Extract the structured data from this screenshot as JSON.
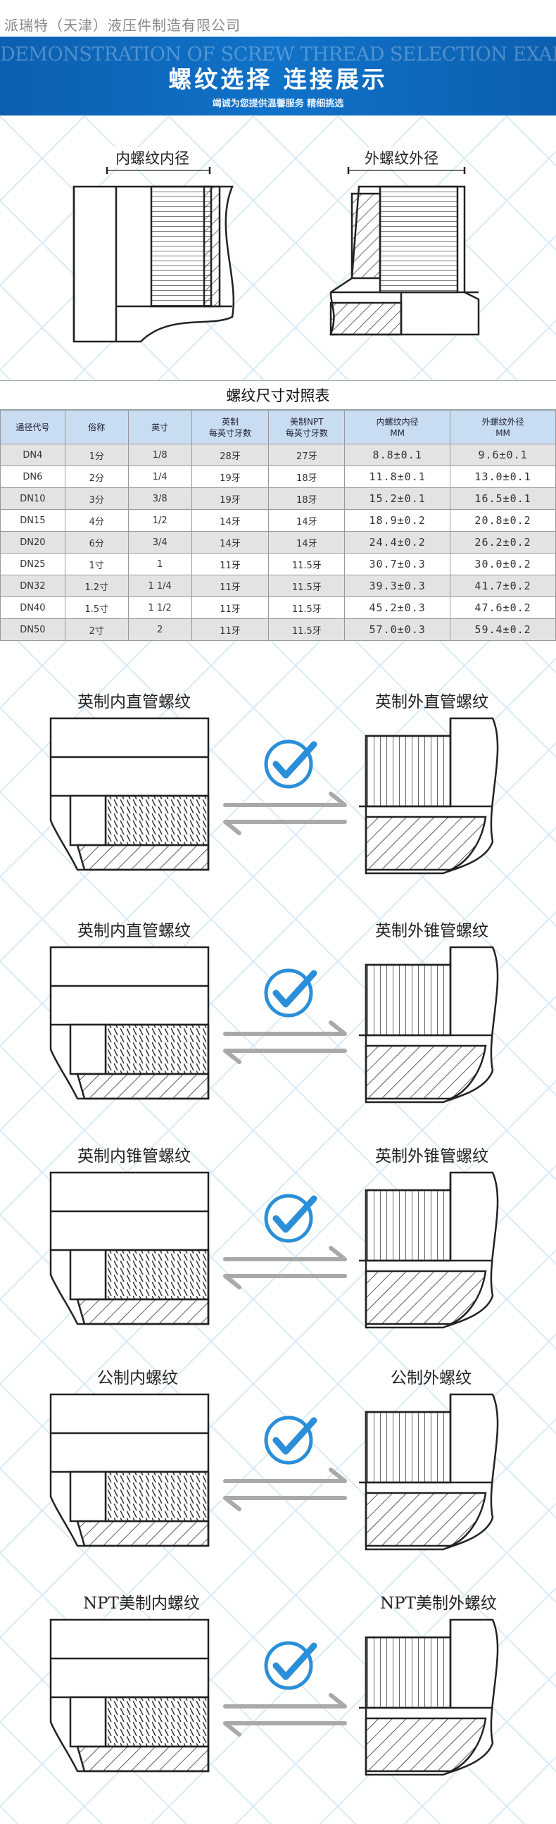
{
  "header": {
    "company": "派瑞特（天津）液压件制造有限公司",
    "banner_en": "DEMONSTRATION OF SCREW THREAD SELECTION EXAMPLES",
    "title": "螺纹选择 连接展示",
    "subtitle": "竭诚为您提供温馨服务 精细挑选"
  },
  "hero": {
    "inner_label": "内螺纹内径",
    "outer_label": "外螺纹外径"
  },
  "table": {
    "title": "螺纹尺寸对照表",
    "headers": [
      [
        "通径代号"
      ],
      [
        "俗称"
      ],
      [
        "英寸"
      ],
      [
        "英制",
        "每英寸牙数"
      ],
      [
        "美制NPT",
        "每英寸牙数"
      ],
      [
        "内螺纹内径",
        "MM"
      ],
      [
        "外螺纹外径",
        "MM"
      ]
    ],
    "rows": [
      [
        "DN4",
        "1分",
        "1/8",
        "28牙",
        "27牙",
        "8.8±0.1",
        "9.6±0.1"
      ],
      [
        "DN6",
        "2分",
        "1/4",
        "19牙",
        "18牙",
        "11.8±0.1",
        "13.0±0.1"
      ],
      [
        "DN10",
        "3分",
        "3/8",
        "19牙",
        "18牙",
        "15.2±0.1",
        "16.5±0.1"
      ],
      [
        "DN15",
        "4分",
        "1/2",
        "14牙",
        "14牙",
        "18.9±0.2",
        "20.8±0.2"
      ],
      [
        "DN20",
        "6分",
        "3/4",
        "14牙",
        "14牙",
        "24.4±0.2",
        "26.2±0.2"
      ],
      [
        "DN25",
        "1寸",
        "1",
        "11牙",
        "11.5牙",
        "30.7±0.3",
        "30.0±0.2"
      ],
      [
        "DN32",
        "1.2寸",
        "1 1/4",
        "11牙",
        "11.5牙",
        "39.3±0.3",
        "41.7±0.2"
      ],
      [
        "DN40",
        "1.5寸",
        "1 1/2",
        "11牙",
        "11.5牙",
        "45.2±0.3",
        "47.6±0.2"
      ],
      [
        "DN50",
        "2寸",
        "2",
        "11牙",
        "11.5牙",
        "57.0±0.3",
        "59.4±0.2"
      ]
    ]
  },
  "combos": [
    {
      "left": "英制内直管螺纹",
      "right": "英制外直管螺纹"
    },
    {
      "left": "英制内直管螺纹",
      "right": "英制外锥管螺纹"
    },
    {
      "left": "英制内锥管螺纹",
      "right": "英制外锥管螺纹"
    },
    {
      "left": "公制内螺纹",
      "right": "公制外螺纹"
    },
    {
      "left": "NPT美制内螺纹",
      "right": "NPT美制外螺纹"
    }
  ],
  "colors": {
    "banner": "#1072c8",
    "check": "#2a8fd8",
    "arrow": "#a9a9a9",
    "table_header": "#c9ddf2",
    "pattern_line": "#d8ebf8"
  }
}
